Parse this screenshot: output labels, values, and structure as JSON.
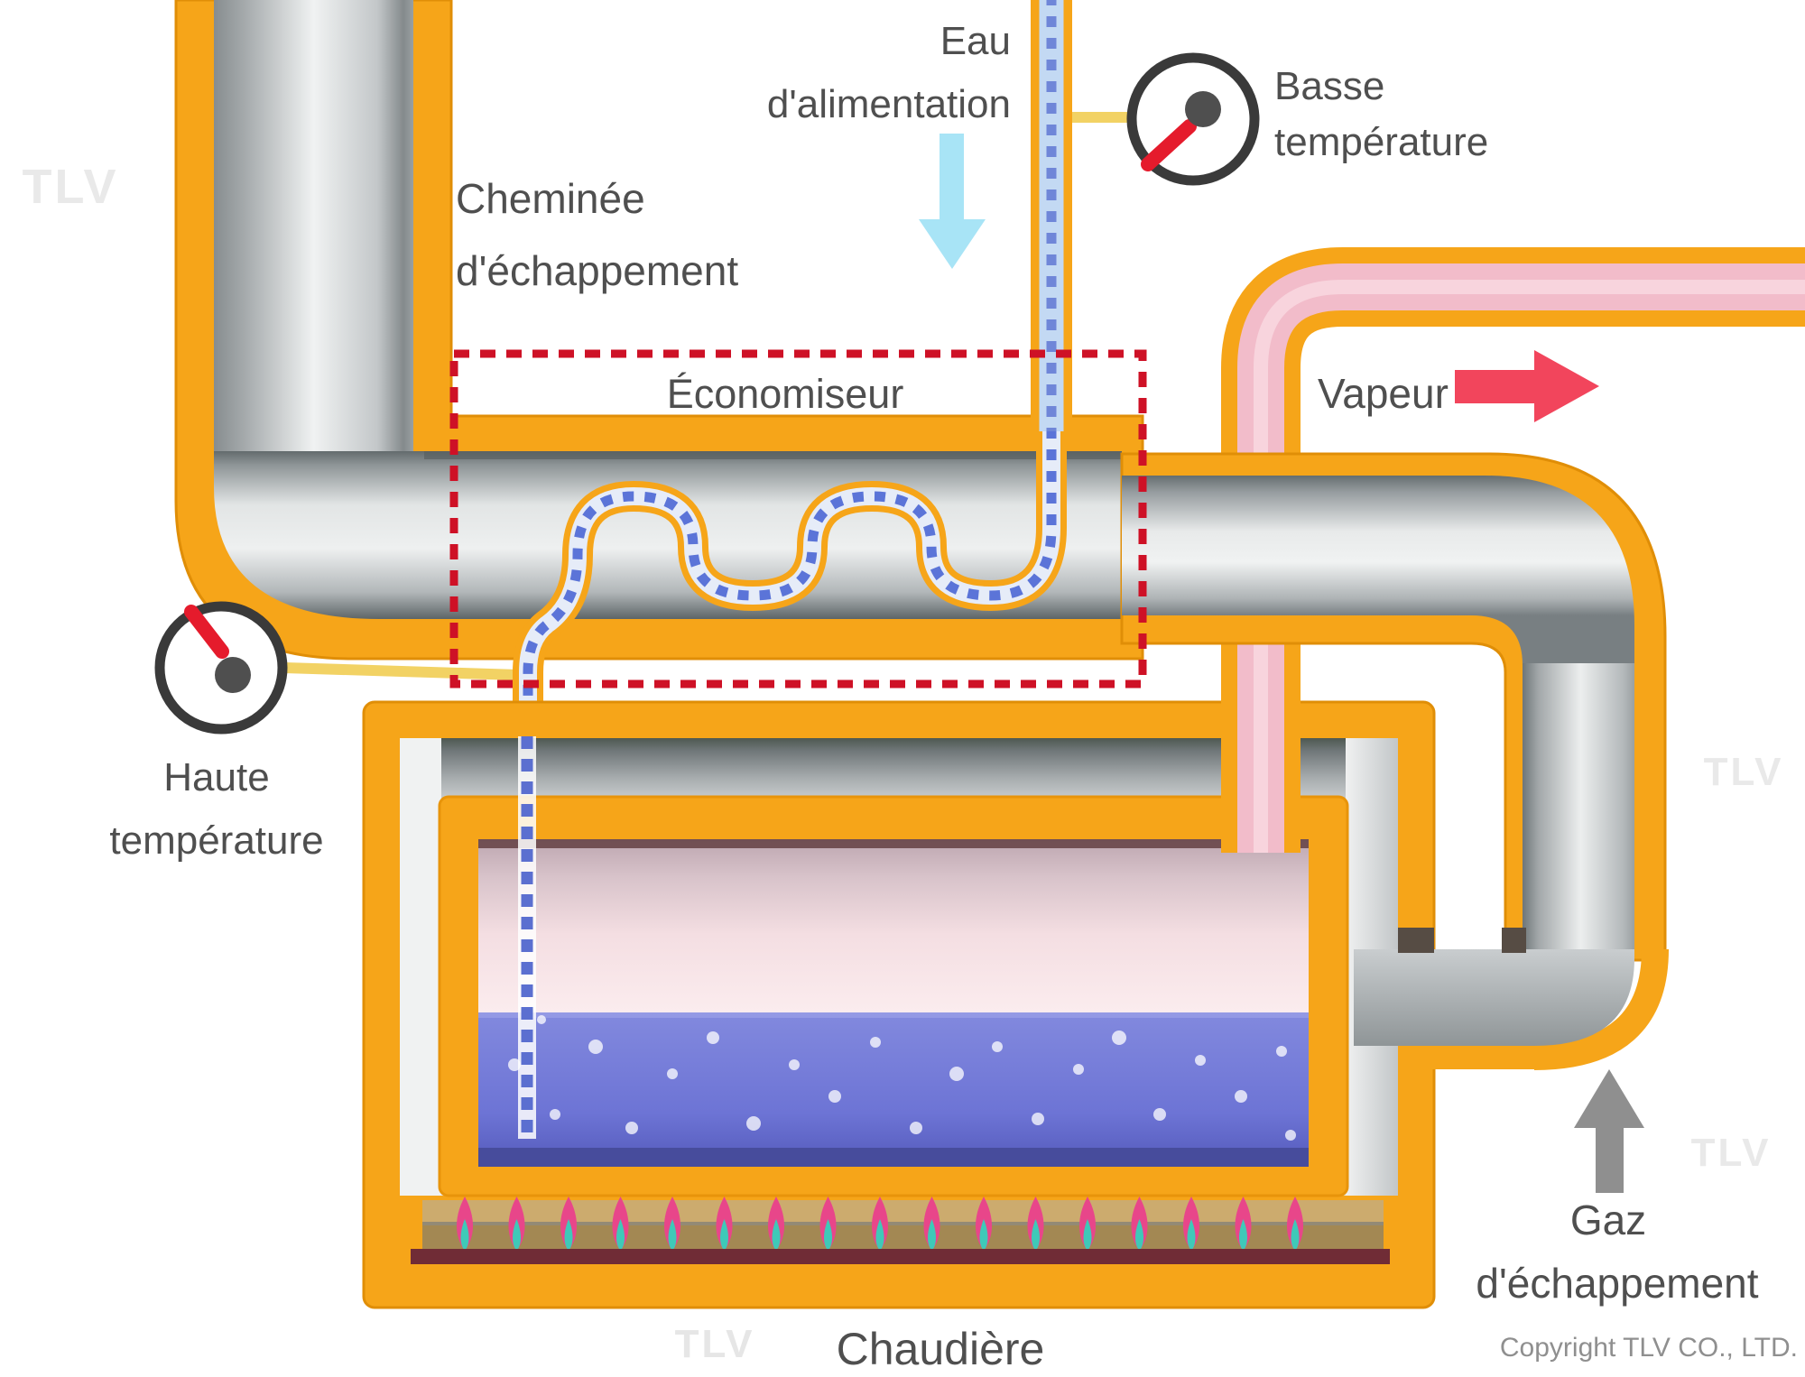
{
  "diagram_title_implicit": "Boiler with economizer flue-gas heat recovery (French labels)",
  "labels": {
    "eau_line1": "Eau",
    "eau_line2": "d'alimentation",
    "basse_line1": "Basse",
    "basse_line2": "température",
    "cheminee_line1": "Cheminée",
    "cheminee_line2": "d'échappement",
    "economiseur": "Économiseur",
    "vapeur": "Vapeur",
    "haute_line1": "Haute",
    "haute_line2": "température",
    "chaudiere": "Chaudière",
    "gaz_line1": "Gaz",
    "gaz_line2": "d'échappement",
    "copyright": "Copyright TLV CO., LTD.",
    "watermark": "TLV"
  },
  "icons": {
    "low_temp_gauge": "gauge-icon",
    "high_temp_gauge": "gauge-icon",
    "feedwater_arrow": "down-arrow-icon",
    "steam_arrow": "right-arrow-icon",
    "exhaust_arrow": "up-arrow-icon"
  },
  "colors": {
    "casing_orange": "#f6a519",
    "casing_edge": "#e08e07",
    "flue_gray_light": "#eef0f0",
    "flue_gray_dark": "#6e7678",
    "steam_pink": "#f2bcca",
    "steam_space_pink": "#f4dee2",
    "water_blue": "#6d74d5",
    "feed_pipe_blue": "#5b74d8",
    "feed_pipe_light": "#c3d9f3",
    "red_dash": "#ce1126",
    "arrow_red": "#f2455c",
    "arrow_cyan": "#a8e4f6",
    "arrow_gray": "#8f8f8f",
    "flame_pink": "#e8468a",
    "flame_teal": "#3fc9b8",
    "gauge_ring": "#3a3a3a",
    "gauge_needle": "#e51b2c",
    "connector_yellow": "#f2d264",
    "label_gray": "#4f4f4f"
  },
  "flame_count": 17
}
